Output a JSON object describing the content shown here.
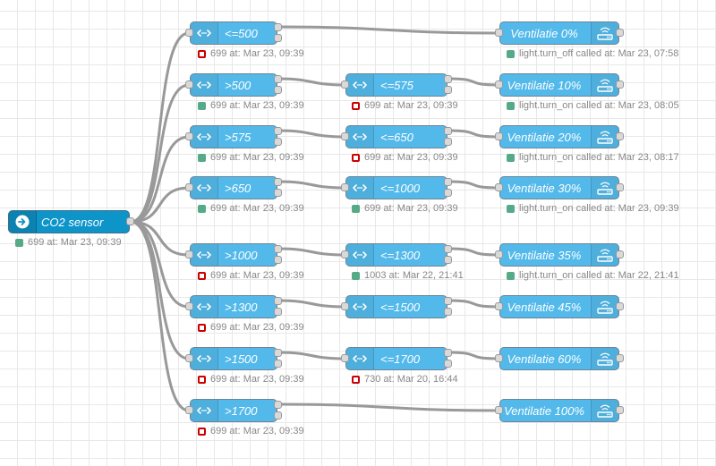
{
  "colors": {
    "node": "#53b9ea",
    "sensor_node": "#0d94c9",
    "wire": "#999999",
    "status_ok": "#55aa88",
    "status_off": "#cc0000"
  },
  "icons": {
    "switch": "switch-arrows-icon",
    "sensor": "entity-arrow-icon",
    "service": "wifi-router-icon"
  },
  "sensor": {
    "label": "CO2 sensor",
    "status": {
      "fill": "green",
      "text": "699 at: Mar 23, 09:39"
    }
  },
  "rows": [
    {
      "first": {
        "label": "<=500",
        "status": {
          "fill": "red",
          "text": "699 at: Mar 23, 09:39"
        }
      },
      "second": null,
      "service": {
        "label": "Ventilatie 0%",
        "status": {
          "fill": "green",
          "text": "light.turn_off called at: Mar 23, 07:58"
        }
      }
    },
    {
      "first": {
        "label": ">500",
        "status": {
          "fill": "green",
          "text": "699 at: Mar 23, 09:39"
        }
      },
      "second": {
        "label": "<=575",
        "status": {
          "fill": "red",
          "text": "699 at: Mar 23, 09:39"
        }
      },
      "service": {
        "label": "Ventilatie 10%",
        "status": {
          "fill": "green",
          "text": "light.turn_on called at: Mar 23, 08:05"
        }
      }
    },
    {
      "first": {
        "label": ">575",
        "status": {
          "fill": "green",
          "text": "699 at: Mar 23, 09:39"
        }
      },
      "second": {
        "label": "<=650",
        "status": {
          "fill": "red",
          "text": "699 at: Mar 23, 09:39"
        }
      },
      "service": {
        "label": "Ventilatie 20%",
        "status": {
          "fill": "green",
          "text": "light.turn_on called at: Mar 23, 08:17"
        }
      }
    },
    {
      "first": {
        "label": ">650",
        "status": {
          "fill": "green",
          "text": "699 at: Mar 23, 09:39"
        }
      },
      "second": {
        "label": "<=1000",
        "status": {
          "fill": "green",
          "text": "699 at: Mar 23, 09:39"
        }
      },
      "service": {
        "label": "Ventilatie 30%",
        "status": {
          "fill": "green",
          "text": "light.turn_on called at: Mar 23, 09:39"
        }
      }
    },
    {
      "first": {
        "label": ">1000",
        "status": {
          "fill": "red",
          "text": "699 at: Mar 23, 09:39"
        }
      },
      "second": {
        "label": "<=1300",
        "status": {
          "fill": "green",
          "text": "1003 at: Mar 22, 21:41"
        }
      },
      "service": {
        "label": "Ventilatie 35%",
        "status": {
          "fill": "green",
          "text": "light.turn_on called at: Mar 22, 21:41"
        }
      }
    },
    {
      "first": {
        "label": ">1300",
        "status": {
          "fill": "red",
          "text": "699 at: Mar 23, 09:39"
        }
      },
      "second": {
        "label": "<=1500",
        "status": null
      },
      "service": {
        "label": "Ventilatie 45%",
        "status": null
      }
    },
    {
      "first": {
        "label": ">1500",
        "status": {
          "fill": "red",
          "text": "699 at: Mar 23, 09:39"
        }
      },
      "second": {
        "label": "<=1700",
        "status": {
          "fill": "red",
          "text": "730 at: Mar 20, 16:44"
        }
      },
      "service": {
        "label": "Ventilatie 60%",
        "status": null
      }
    },
    {
      "first": {
        "label": ">1700",
        "status": {
          "fill": "red",
          "text": "699 at: Mar 23, 09:39"
        }
      },
      "second": null,
      "service": {
        "label": "Ventilatie 100%",
        "status": null
      }
    }
  ]
}
